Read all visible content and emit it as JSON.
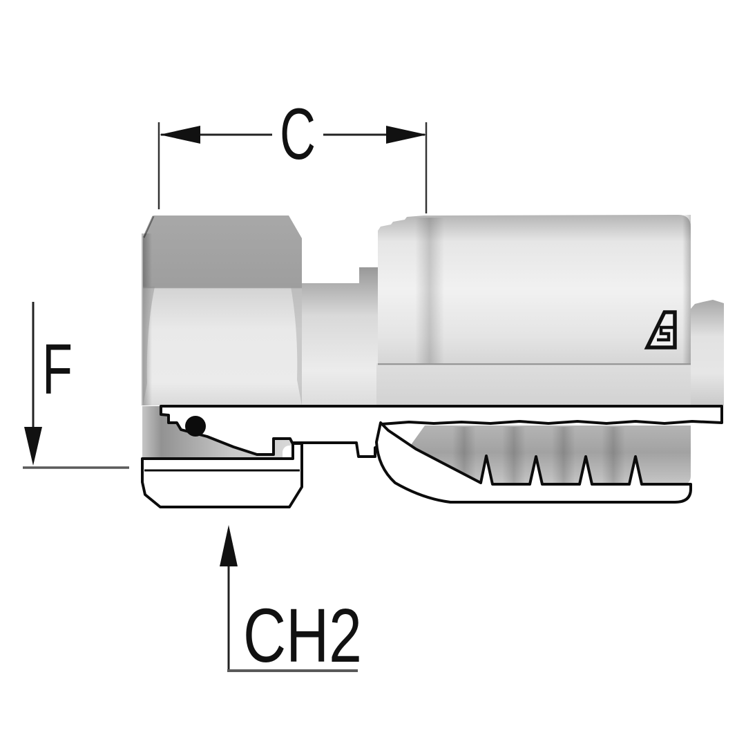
{
  "drawing": {
    "dimension_labels": {
      "width": "C",
      "thread_depth": "F",
      "hex": "CH2"
    },
    "icons": {
      "logo": "manufacturer-a-logo"
    },
    "colors": {
      "ink": "#111111",
      "dimension_line": "#333333",
      "reference_line": "#5a5a5a",
      "metal_dark": "#a4a4a4",
      "metal_light": "#efefef",
      "background": "#ffffff"
    }
  }
}
